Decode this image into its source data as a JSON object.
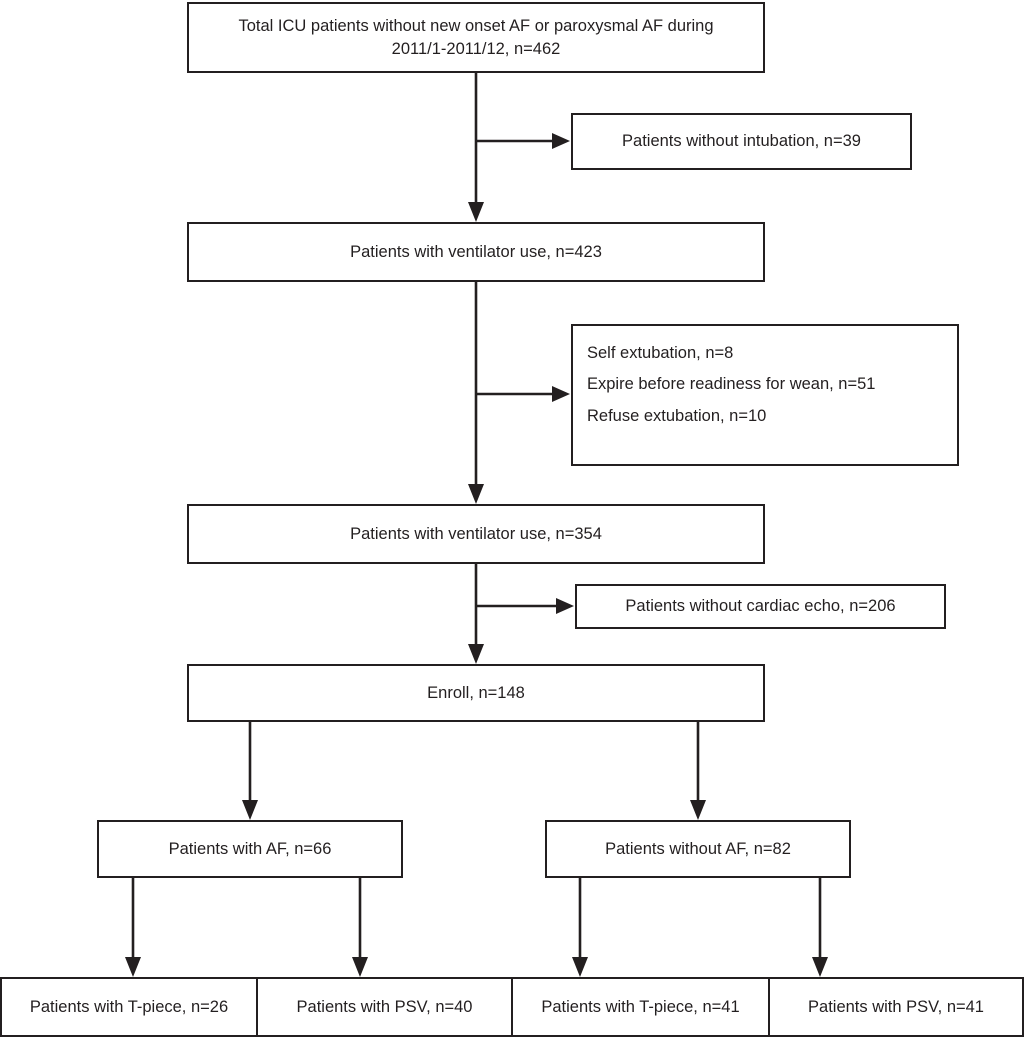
{
  "diagram": {
    "title": "Patient enrollment flow diagram",
    "type": "flowchart",
    "stroke_color": "#231f20",
    "background_color": "#ffffff"
  },
  "nodes": {
    "total_icu": {
      "line1": "Total ICU patients without new onset AF or paroxysmal AF during",
      "line2": "2011/1-2011/12, n=462"
    },
    "excl_no_intubation": {
      "label": "Patients without intubation, n=39"
    },
    "ventilator_423": {
      "label": "Patients with ventilator use, n=423"
    },
    "excl_group_2": {
      "line1": "Self extubation, n=8",
      "line2": "Expire before readiness for wean, n=51",
      "line3": "Refuse extubation, n=10"
    },
    "ventilator_354": {
      "label": "Patients with ventilator use, n=354"
    },
    "excl_no_echo": {
      "label": "Patients without cardiac echo, n=206"
    },
    "enroll": {
      "label": "Enroll, n=148"
    },
    "with_af": {
      "label": "Patients with AF, n=66"
    },
    "without_af": {
      "label": "Patients without AF, n=82"
    },
    "af_tpiece": {
      "label": "Patients with T-piece, n=26"
    },
    "af_psv": {
      "label": "Patients with PSV, n=40"
    },
    "noaf_tpiece": {
      "label": "Patients with T-piece, n=41"
    },
    "noaf_psv": {
      "label": "Patients with PSV, n=41"
    }
  },
  "chart_data": {
    "type": "diagram",
    "title": "Patient enrollment flow diagram",
    "counts": {
      "total_icu_patients": 462,
      "excluded_without_intubation": 39,
      "ventilator_use_first": 423,
      "excluded_self_extubation": 8,
      "excluded_expire_before_readiness_for_wean": 51,
      "excluded_refuse_extubation": 10,
      "ventilator_use_second": 354,
      "excluded_without_cardiac_echo": 206,
      "enrolled": 148,
      "with_af": 66,
      "without_af": 82,
      "af_tpiece": 26,
      "af_psv": 40,
      "noaf_tpiece": 41,
      "noaf_psv": 41
    },
    "period": "2011/1-2011/12"
  }
}
